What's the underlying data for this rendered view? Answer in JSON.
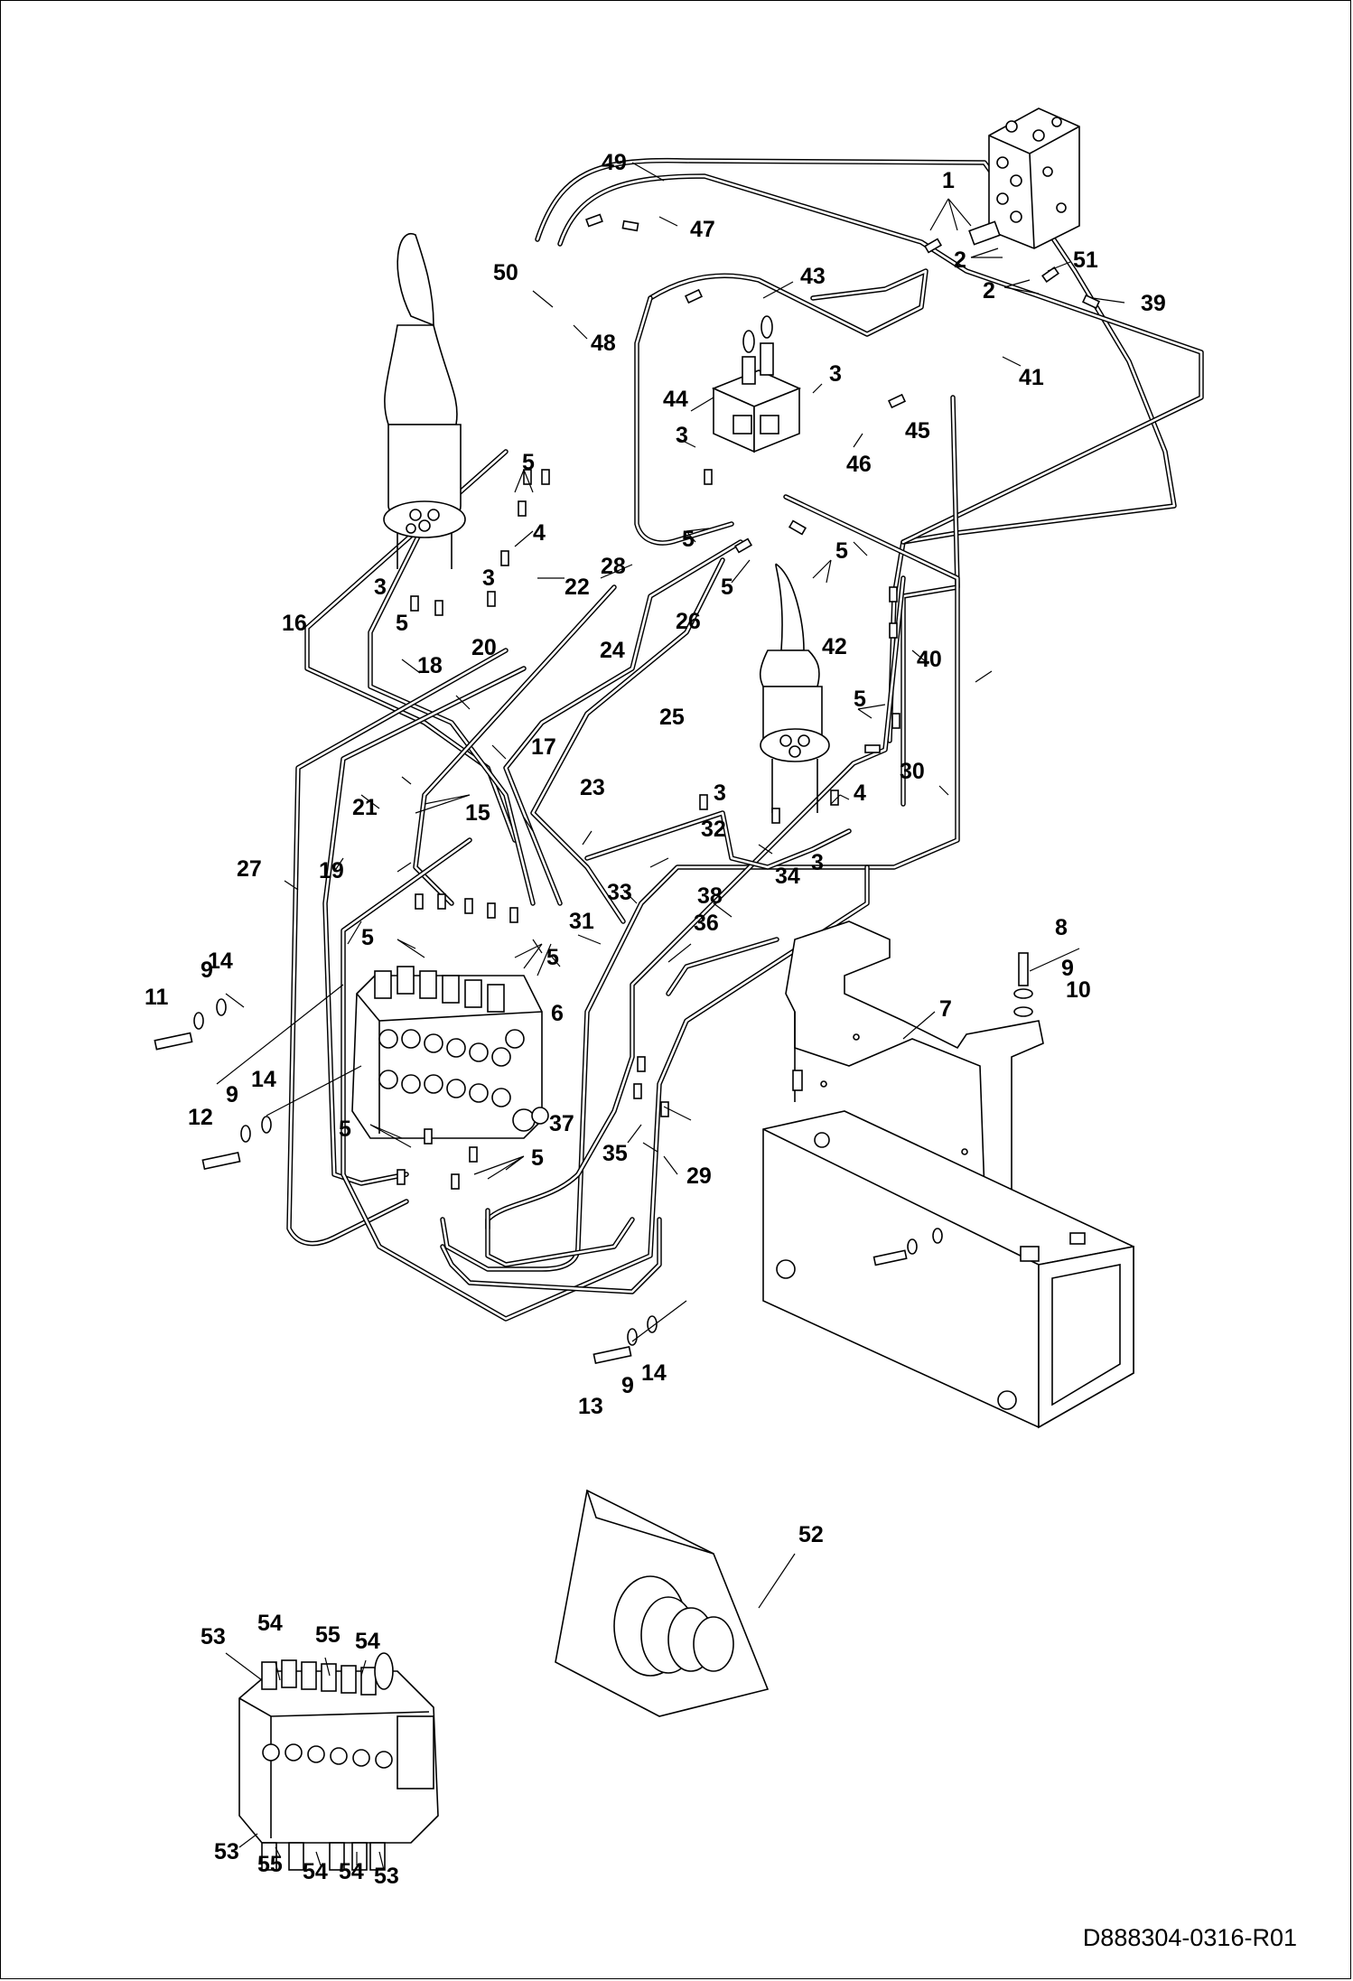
{
  "drawing_number": "D888304-0316-R01",
  "callouts": {
    "c1": "1",
    "c2a": "2",
    "c2b": "2",
    "c3a": "3",
    "c3b": "3",
    "c3c": "3",
    "c3d": "3",
    "c3e": "3",
    "c3f": "3",
    "c4a": "4",
    "c4b": "4",
    "c5a": "5",
    "c5b": "5",
    "c5c": "5",
    "c5d": "5",
    "c5e": "5",
    "c5f": "5",
    "c5g": "5",
    "c5h": "5",
    "c5i": "5",
    "c5j": "5",
    "c6": "6",
    "c7": "7",
    "c8": "8",
    "c9a": "9",
    "c9b": "9",
    "c9c": "9",
    "c9d": "9",
    "c10": "10",
    "c11": "11",
    "c12": "12",
    "c13": "13",
    "c14a": "14",
    "c14b": "14",
    "c14c": "14",
    "c15": "15",
    "c16": "16",
    "c17": "17",
    "c18": "18",
    "c19": "19",
    "c20": "20",
    "c21": "21",
    "c22": "22",
    "c23": "23",
    "c24": "24",
    "c25": "25",
    "c26": "26",
    "c27": "27",
    "c28": "28",
    "c29": "29",
    "c30": "30",
    "c31": "31",
    "c32": "32",
    "c33": "33",
    "c34": "34",
    "c35": "35",
    "c36": "36",
    "c37": "37",
    "c38": "38",
    "c39": "39",
    "c40": "40",
    "c41": "41",
    "c42": "42",
    "c43": "43",
    "c44": "44",
    "c45": "45",
    "c46": "46",
    "c47": "47",
    "c48": "48",
    "c49": "49",
    "c50": "50",
    "c51": "51",
    "c52": "52",
    "c53a": "53",
    "c53b": "53",
    "c53c": "53",
    "c54a": "54",
    "c54b": "54",
    "c54c": "54",
    "c54d": "54",
    "c55a": "55",
    "c55b": "55"
  }
}
